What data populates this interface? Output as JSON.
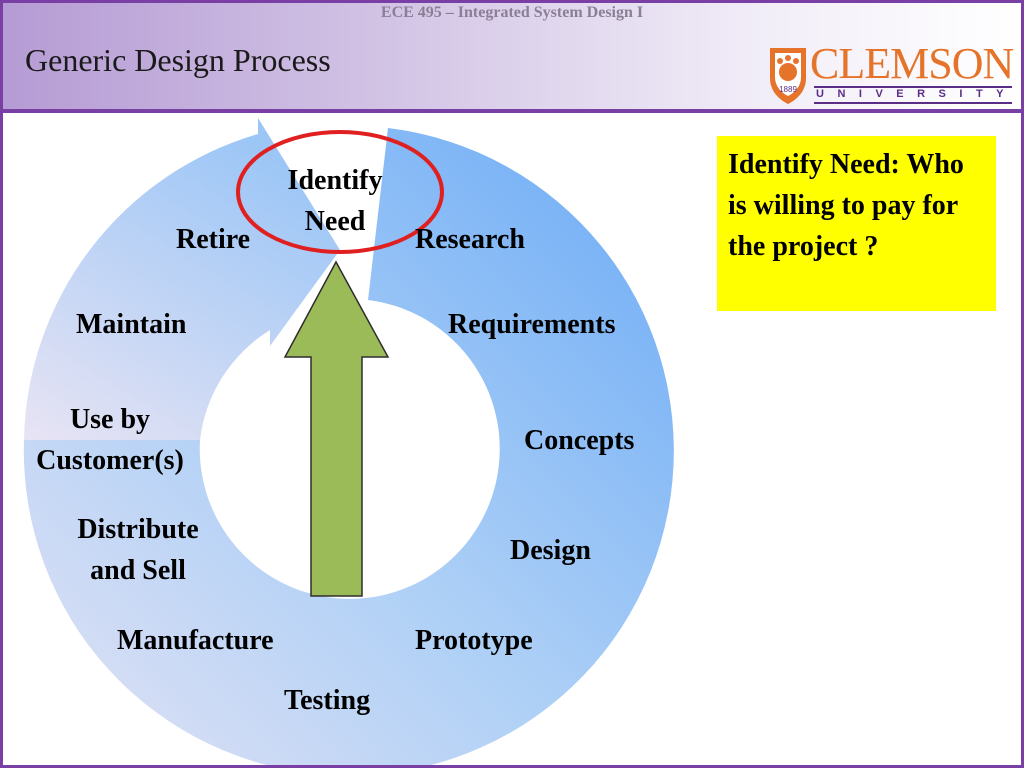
{
  "header": {
    "course": "ECE 495 – Integrated System Design I",
    "title": "Generic Design Process"
  },
  "logo": {
    "wordmark": "CLEMSON",
    "subtitle": "UNIVERSITY",
    "year": "1889",
    "brand_orange": "#e5732a",
    "brand_purple": "#5a2e86"
  },
  "diagram": {
    "stages": [
      {
        "id": "identify",
        "line1": "Identify",
        "line2": "Need"
      },
      {
        "id": "research",
        "line1": "Research"
      },
      {
        "id": "requirements",
        "line1": "Requirements"
      },
      {
        "id": "concepts",
        "line1": "Concepts"
      },
      {
        "id": "design",
        "line1": "Design"
      },
      {
        "id": "prototype",
        "line1": "Prototype"
      },
      {
        "id": "testing",
        "line1": "Testing"
      },
      {
        "id": "manufacture",
        "line1": "Manufacture"
      },
      {
        "id": "distribute",
        "line1": "Distribute",
        "line2": "and Sell"
      },
      {
        "id": "use",
        "line1": "Use by",
        "line2": "Customer(s)"
      },
      {
        "id": "maintain",
        "line1": "Maintain"
      },
      {
        "id": "retire",
        "line1": "Retire"
      }
    ],
    "highlight_color": "#e02020",
    "arrow_color": "#9bbb59"
  },
  "callout": {
    "text": "Identify Need: Who is willing to pay for the project ?",
    "background": "#ffff00"
  }
}
